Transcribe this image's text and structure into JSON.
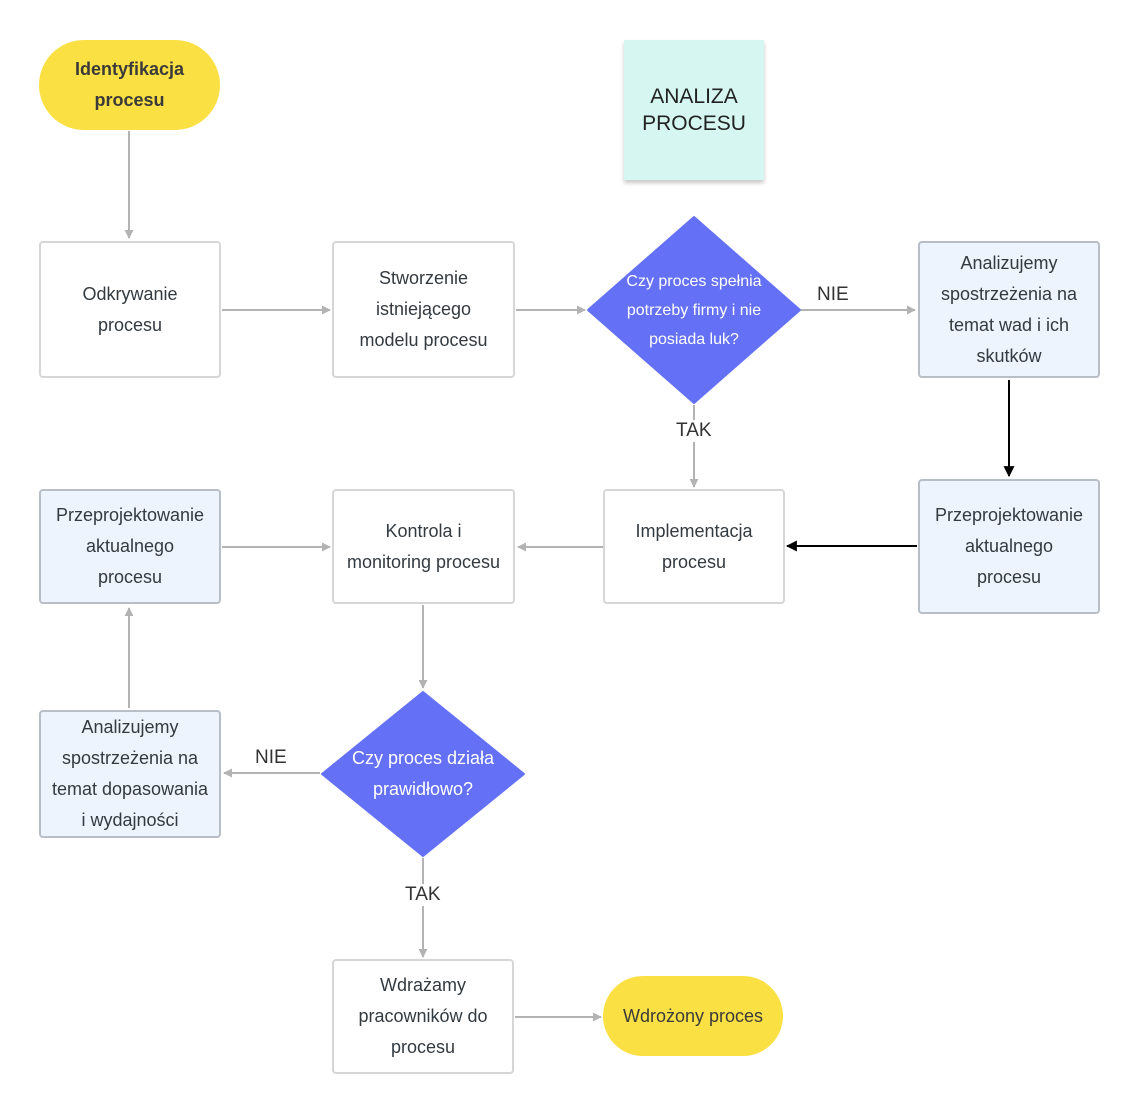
{
  "title_note": "ANALIZA\nPROCESU",
  "nodes": {
    "start": "Identyfikacja\nprocesu",
    "discover": "Odkrywanie\nprocesu",
    "model": "Stworzenie\nistniejącego\nmodelu procesu",
    "decision1": "Czy proces spełnia\npotrzeby firmy i nie\nposiada luk?",
    "analyze_defects": "Analizujemy\nspostrzeżenia na\ntemat wad i ich\nskutków",
    "redesign_right": "Przeprojektowanie\naktualnego\nprocesu",
    "implement": "Implementacja\nprocesu",
    "control": "Kontrola i\nmonitoring procesu",
    "redesign_left": "Przeprojektowanie\naktualnego\nprocesu",
    "analyze_fit": "Analizujemy\nspostrzeżenia na\ntemat dopasowania\ni wydajności",
    "decision2": "Czy proces działa\nprawidłowo?",
    "train": "Wdrażamy\npracowników do\nprocesu",
    "end": "Wdrożony proces"
  },
  "edge_labels": {
    "d1_no": "NIE",
    "d1_yes": "TAK",
    "d2_no": "NIE",
    "d2_yes": "TAK"
  },
  "colors": {
    "terminal": "#fbe043",
    "decision": "#6470f5",
    "highlight_box": "#edf4fd",
    "sticky_note": "#d6f7f1",
    "connector": "#b3b3b3",
    "connector_dark": "#000000"
  }
}
